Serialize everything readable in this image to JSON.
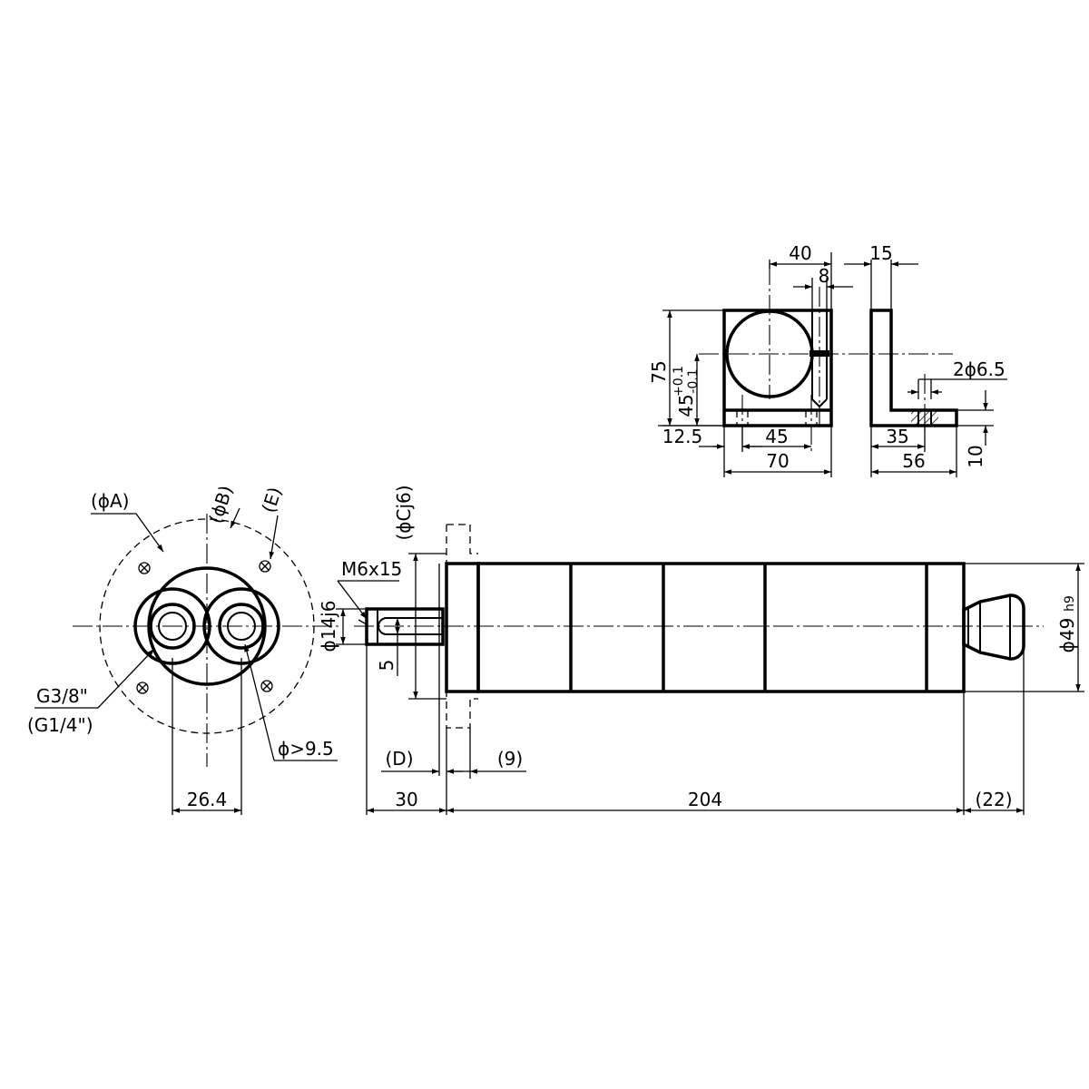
{
  "dimensions": {
    "bracket_width_top": "40",
    "bracket_slot": "8",
    "bracket_thickness": "15",
    "bracket_height": "75",
    "bore_height": "45",
    "bore_tol_upper": "+0.1",
    "bore_tol_lower": "-0.1",
    "holes": "2ϕ6.5",
    "base_offset": "12.5",
    "hole_spacing": "45",
    "bracket_width": "70",
    "side_hole_pos": "35",
    "side_length": "56",
    "base_thickness": "10",
    "flange_dia_a": "(ϕA)",
    "flange_dia_b": "(ϕB)",
    "flange_e": "(E)",
    "pilot_dia": "(ϕCj6)",
    "thread": "M6x15",
    "shaft_dia": "ϕ14j6",
    "key_width": "5",
    "port_thread": "G3/8\"",
    "port_thread_alt": "(G1/4\")",
    "port_bore": "ϕ>9.5",
    "port_spacing": "26.4",
    "flange_d": "(D)",
    "flange_9": "(9)",
    "shaft_length": "30",
    "body_length": "204",
    "cap_length": "(22)",
    "body_dia": "ϕ49",
    "body_dia_tol": "h9"
  }
}
